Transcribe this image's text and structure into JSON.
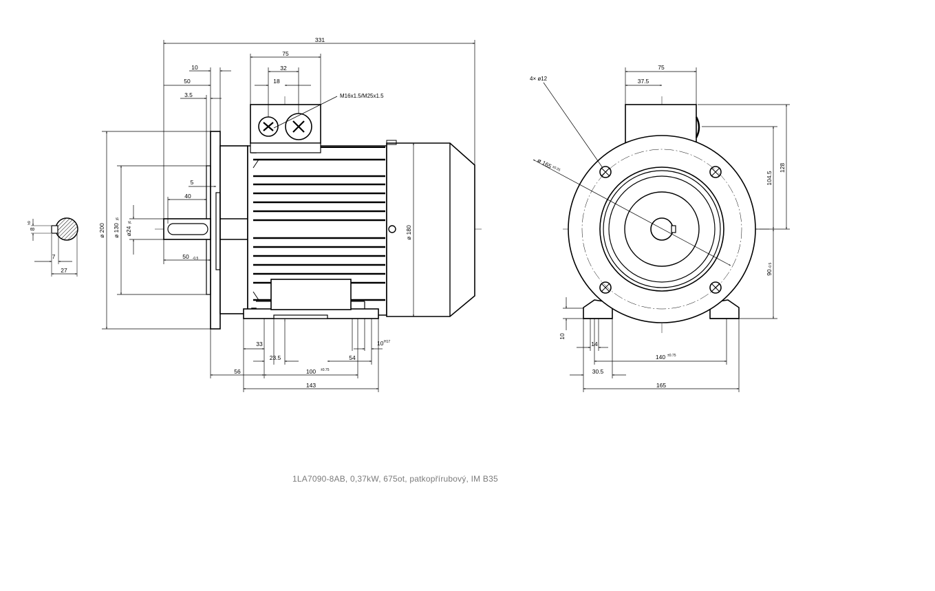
{
  "drawing": {
    "caption": "1LA7090-8AB,  0,37kW, 675ot, patkopřírubový, IM B35",
    "side_view_dims": {
      "overall_length": "331",
      "terminal_box_75": "75",
      "terminal_box_32": "32",
      "terminal_box_18": "18",
      "d10": "10",
      "d50": "50",
      "d3_5": "3.5",
      "d5": "5",
      "d40": "40",
      "d50_shaft": "50",
      "d50_shaft_tol": "-0.5",
      "dia_200": "ø 200",
      "dia_130": "ø 130",
      "dia_130_tol": "j6",
      "dia_24": "ø24",
      "dia_24_tol": "j6",
      "dia_180": "ø 180",
      "d33": "33",
      "d23_5": "23.5",
      "d54": "54",
      "d10_foot": "10",
      "d10_foot_tol": "H17",
      "d56": "56",
      "d100": "100",
      "d100_tol": "±0.75",
      "d143": "143"
    },
    "shaft_section_dims": {
      "key_8": "8",
      "key_8_tol": "h9",
      "d7": "7",
      "d27": "27"
    },
    "front_view_dims": {
      "holes": "4×  ø12",
      "pcd": "ø 165",
      "pcd_tol": "±0.25",
      "d75": "75",
      "d37_5": "37.5",
      "d128": "128",
      "d104_5": "104.5",
      "d90": "90",
      "d90_tol": "-0.5",
      "d10": "10",
      "d14": "14",
      "d140": "140",
      "d140_tol": "±0.75",
      "d30_5": "30.5",
      "d165": "165"
    },
    "notes": {
      "thread": "M16x1.5/M25x1.5"
    }
  }
}
